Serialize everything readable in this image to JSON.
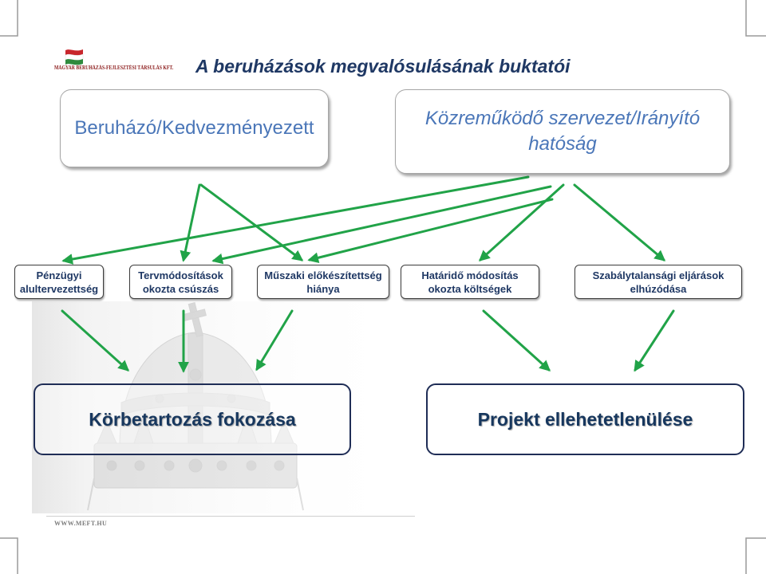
{
  "slide": {
    "logo": {
      "text": "MAGYAR BERUHÁZÁS-FEJLESZTÉSI TÁRSULÁS KFT.",
      "icon": "hungarian-flag-icon"
    },
    "title": "A beruházások megvalósulásának buktatói",
    "actors": [
      {
        "lines": [
          "Beruházó/Kedvezményezett"
        ]
      },
      {
        "lines": [
          "Közreműködő szervezet/Irányító",
          "hatóság"
        ]
      }
    ],
    "pitfalls": [
      {
        "lines": [
          "Pénzügyi",
          "alultervezettség"
        ]
      },
      {
        "lines": [
          "Tervmódosítások",
          "okozta csúszás"
        ]
      },
      {
        "lines": [
          "Műszaki előkészítettség",
          "hiánya"
        ]
      },
      {
        "lines": [
          "Határidő módosítás",
          "okozta költségek"
        ]
      },
      {
        "lines": [
          "Szabálytalansági eljárások",
          "elhúzódása"
        ]
      }
    ],
    "outcomes": [
      {
        "label": "Körbetartozás fokozása"
      },
      {
        "label": "Projekt ellehetetlenülése"
      }
    ],
    "footer": {
      "url": "WWW.MEFT.HU"
    },
    "watermark": {
      "icon": "holy-crown-icon"
    }
  },
  "colors": {
    "title": "#1f3864",
    "actor_text": "#4a76b8",
    "box_text": "#1f3864",
    "outcome_text": "#17375e",
    "outcome_border": "#1f2d56",
    "arrow": "#21a348",
    "logo_red": "#8b1a1a",
    "footer": "#7a7a7a"
  }
}
